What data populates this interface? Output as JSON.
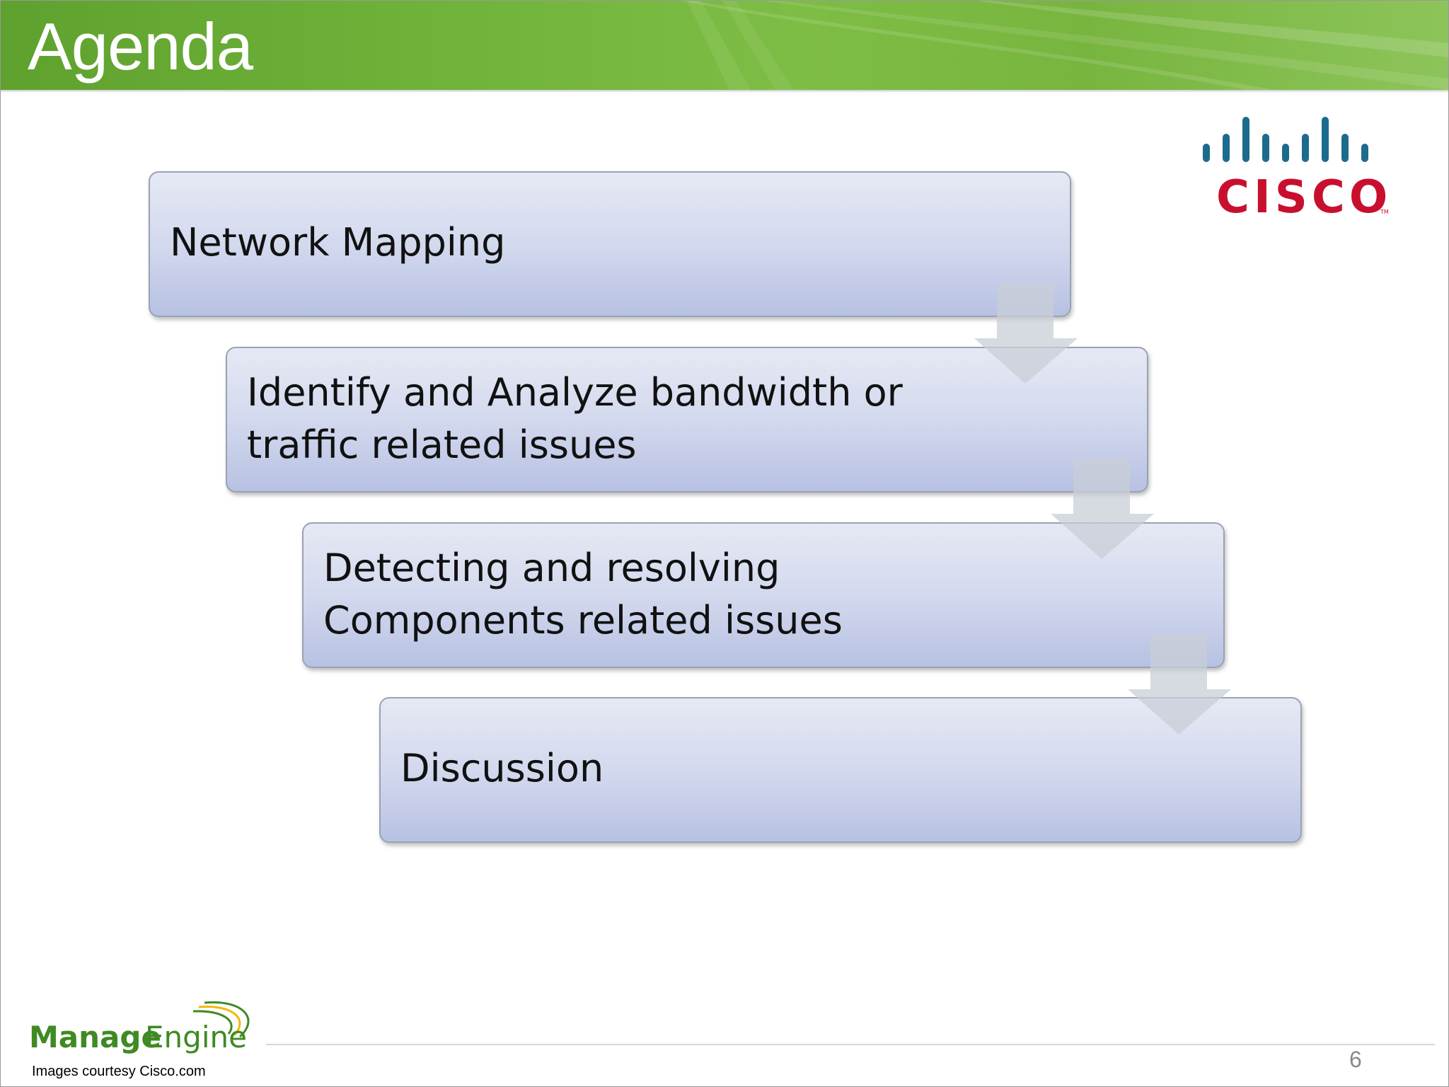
{
  "slide": {
    "title": "Agenda",
    "page_number": "6"
  },
  "steps": [
    {
      "lines": [
        "Network Mapping"
      ]
    },
    {
      "lines": [
        "Identify and Analyze bandwidth or",
        "traffic related issues"
      ]
    },
    {
      "lines": [
        "Detecting and resolving",
        "Components related issues"
      ]
    },
    {
      "lines": [
        "Discussion"
      ]
    }
  ],
  "logos": {
    "cisco": {
      "text": "CISCO",
      "tm": "TM"
    },
    "manageengine": {
      "manage": "Manage",
      "engine": "Engine"
    }
  },
  "footer": {
    "courtesy": "Images courtesy Cisco.com"
  },
  "colors": {
    "header_green": "#6fb33a",
    "cisco_blue": "#1b6c8c",
    "cisco_red": "#c8102e",
    "manageengine_green": "#3f8a23",
    "step_fill": "#d3d9ee"
  }
}
